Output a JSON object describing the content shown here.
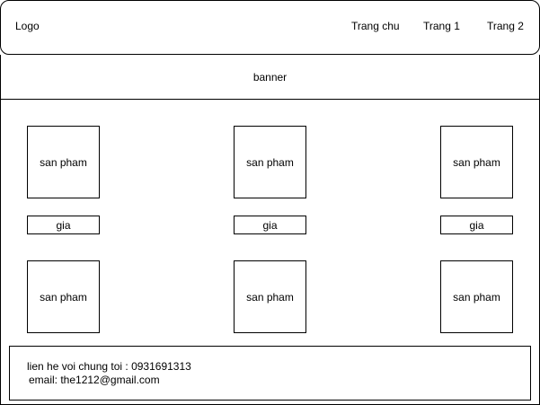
{
  "header": {
    "logo": "Logo",
    "nav": [
      "Trang chu",
      "Trang 1",
      "Trang 2"
    ]
  },
  "banner": {
    "label": "banner"
  },
  "products": [
    {
      "label": "san pham",
      "price": "gia"
    },
    {
      "label": "san pham",
      "price": "gia"
    },
    {
      "label": "san pham",
      "price": "gia"
    },
    {
      "label": "san pham"
    },
    {
      "label": "san pham"
    },
    {
      "label": "san pham"
    }
  ],
  "footer": {
    "contact": "lien he voi chung toi : 0931691313",
    "email": "email: the1212@gmail.com"
  },
  "colors": {
    "stroke": "#000000",
    "fill": "#ffffff"
  }
}
